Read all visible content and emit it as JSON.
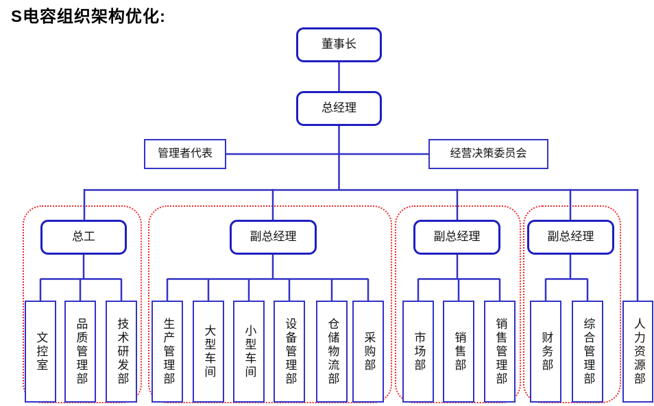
{
  "title": "S电容组织架构优化:",
  "colors": {
    "line": "#3232c8",
    "box-border": "#1e1ec0",
    "dept-border": "#3232c8",
    "group-border": "#f42525",
    "text": "#111111"
  },
  "nodes": {
    "chairman": {
      "label": "董事长"
    },
    "general_manager": {
      "label": "总经理"
    },
    "management_rep": {
      "label": "管理者代表"
    },
    "committee": {
      "label": "经营决策委员会"
    },
    "hr": {
      "label": "人力资源部"
    }
  },
  "groups": [
    {
      "leader": "总工",
      "departments": [
        "文控室",
        "品质管理部",
        "技术研发部"
      ]
    },
    {
      "leader": "副总经理",
      "departments": [
        "生产管理部",
        "大型车间",
        "小型车间",
        "设备管理部",
        "仓储物流部",
        "采购部"
      ]
    },
    {
      "leader": "副总经理",
      "departments": [
        "市场部",
        "销售部",
        "销售管理部"
      ]
    },
    {
      "leader": "副总经理",
      "departments": [
        "财务部",
        "综合管理部"
      ]
    }
  ]
}
